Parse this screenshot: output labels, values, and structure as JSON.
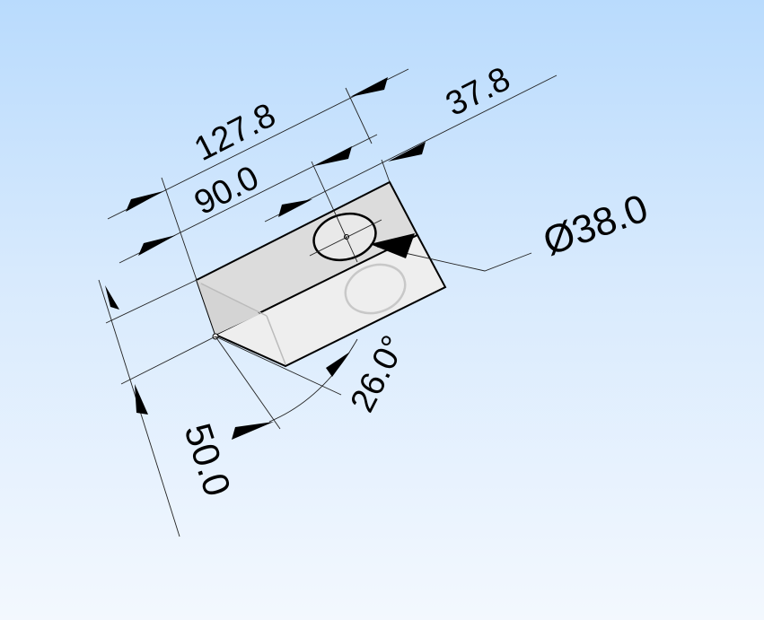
{
  "drawing": {
    "dimensions": {
      "overall_length": "127.8",
      "hole_position": "90.0",
      "hole_offset": "37.8",
      "hole_diameter": "Ø38.0",
      "chamfer_angle": "26.0°",
      "height": "50.0"
    },
    "colors": {
      "background_top": "#b9dbfd",
      "background_bottom": "#f3f8fe",
      "part_face": "#e6e6e6",
      "edge": "#000000"
    }
  }
}
